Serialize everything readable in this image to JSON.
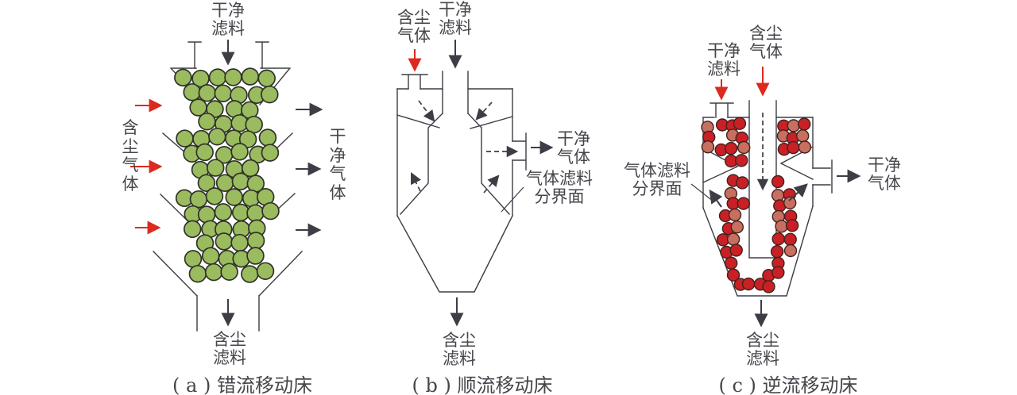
{
  "palette": {
    "background": "#ffffff",
    "line": "#3d3d45",
    "text": "#45454b",
    "red": "#dd2a1f",
    "green-fill": "#9bbb5f",
    "green-stroke": "#2e3329",
    "ball-red": "#c92026",
    "ball-red-light": "#c76f60",
    "ball-red-stroke": "#42221d"
  },
  "diagrams": {
    "a": {
      "caption": "( a ) 错流移动床",
      "top_label": [
        "干净",
        "滤料"
      ],
      "left_label": [
        "含",
        "尘",
        "气",
        "体"
      ],
      "right_label": [
        "干",
        "净",
        "气",
        "体"
      ],
      "bottom_label": [
        "含尘",
        "滤料"
      ]
    },
    "b": {
      "caption": "( b ) 顺流移动床",
      "dusty_gas_label": [
        "含尘",
        "气体"
      ],
      "clean_media_label": [
        "干净",
        "滤料"
      ],
      "clean_gas_label": [
        "干净",
        "气体"
      ],
      "interface_label": [
        "气体滤料",
        "分界面"
      ],
      "bottom_label": [
        "含尘",
        "滤料"
      ]
    },
    "c": {
      "caption": "( c ) 逆流移动床",
      "clean_media_label": [
        "干净",
        "滤料"
      ],
      "dusty_gas_label": [
        "含尘",
        "气体"
      ],
      "clean_gas_label": [
        "干净",
        "气体"
      ],
      "interface_label": [
        "气体滤料",
        "分界面"
      ],
      "bottom_label": [
        "含尘",
        "滤料"
      ]
    }
  }
}
